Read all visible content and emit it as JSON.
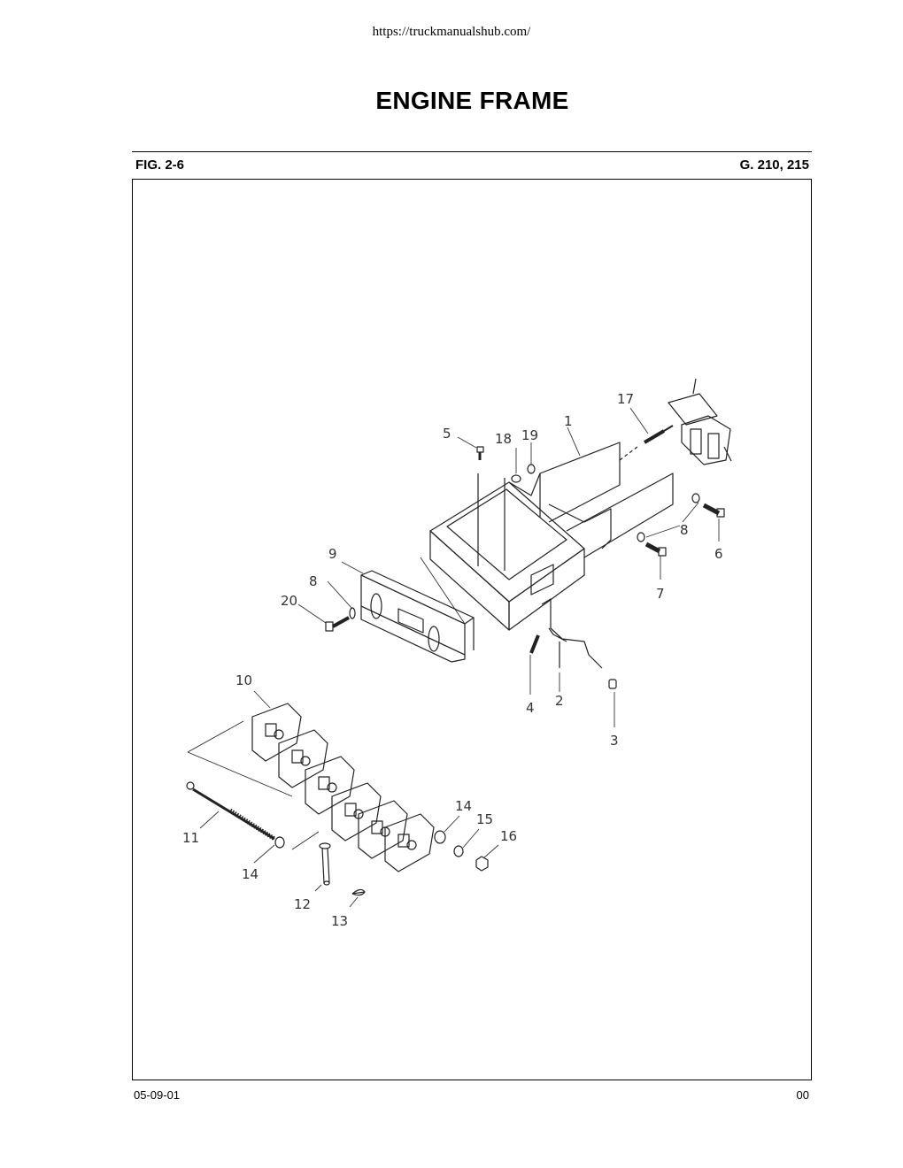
{
  "header": {
    "url": "https://truckmanualshub.com/",
    "title": "ENGINE FRAME",
    "figure": "FIG. 2-6",
    "models": "G. 210, 215"
  },
  "callouts": {
    "c1": "1",
    "c2": "2",
    "c3": "3",
    "c4": "4",
    "c5": "5",
    "c6": "6",
    "c7": "7",
    "c8a": "8",
    "c8b": "8",
    "c9": "9",
    "c10": "10",
    "c11": "11",
    "c12": "12",
    "c13": "13",
    "c14a": "14",
    "c14b": "14",
    "c15": "15",
    "c16": "16",
    "c17": "17",
    "c18": "18",
    "c19": "19",
    "c20": "20"
  },
  "footer": {
    "date": "05-09-01",
    "page": "00"
  }
}
